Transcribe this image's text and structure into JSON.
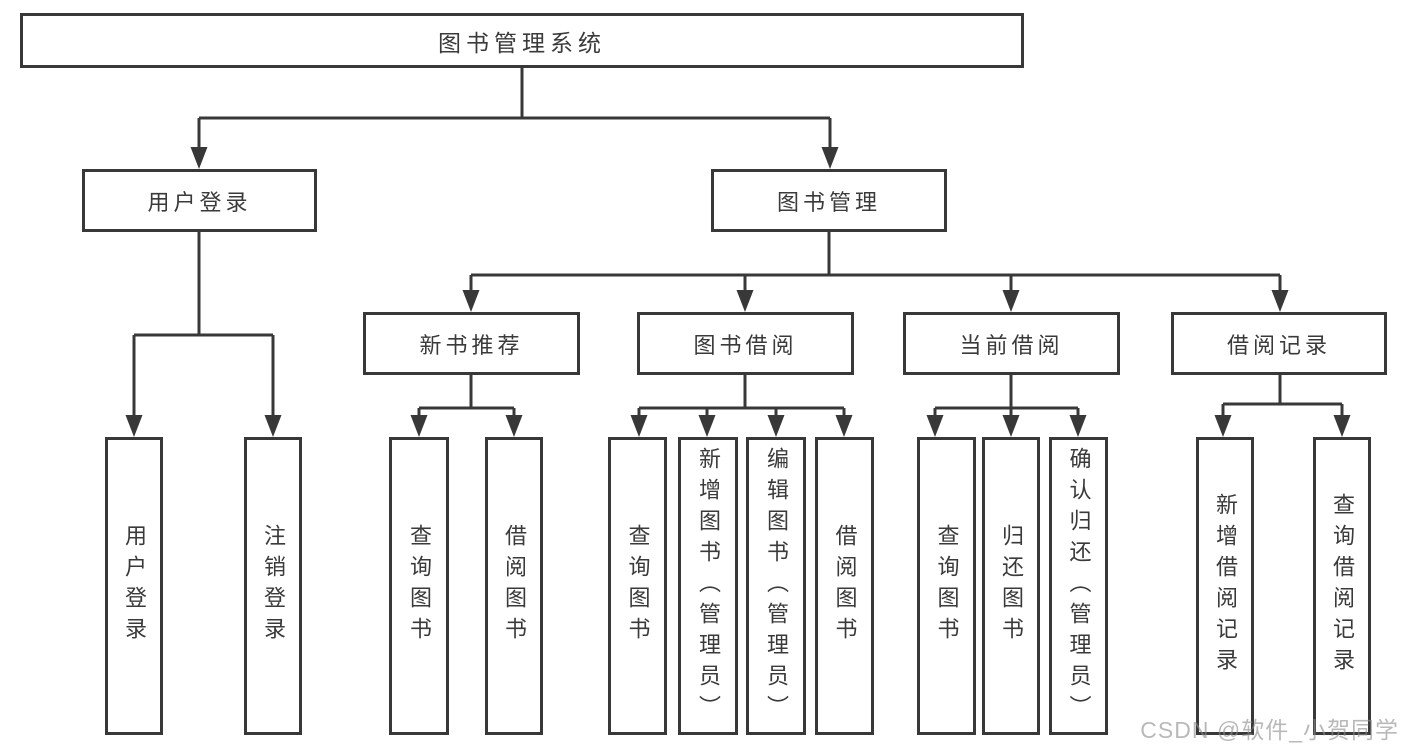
{
  "diagram": {
    "title": "图书管理系统",
    "level2": [
      {
        "label": "用户登录"
      },
      {
        "label": "图书管理"
      }
    ],
    "level3": [
      {
        "label": "新书推荐"
      },
      {
        "label": "图书借阅"
      },
      {
        "label": "当前借阅"
      },
      {
        "label": "借阅记录"
      }
    ],
    "leaves": [
      {
        "label": "用户登录"
      },
      {
        "label": "注销登录"
      },
      {
        "label": "查询图书"
      },
      {
        "label": "借阅图书"
      },
      {
        "label": "查询图书"
      },
      {
        "label": "新增图书（管理员）"
      },
      {
        "label": "编辑图书（管理员）"
      },
      {
        "label": "借阅图书"
      },
      {
        "label": "查询图书"
      },
      {
        "label": "归还图书"
      },
      {
        "label": "确认归还（管理员）"
      },
      {
        "label": "新增借阅记录"
      },
      {
        "label": "查询借阅记录"
      }
    ]
  },
  "watermark": {
    "text": "CSDN @软件_小贺同学"
  },
  "colors": {
    "line": "#383838",
    "text": "#3a3a3a",
    "watermark_gray": "#8f8f8f",
    "background": "#ffffff"
  }
}
